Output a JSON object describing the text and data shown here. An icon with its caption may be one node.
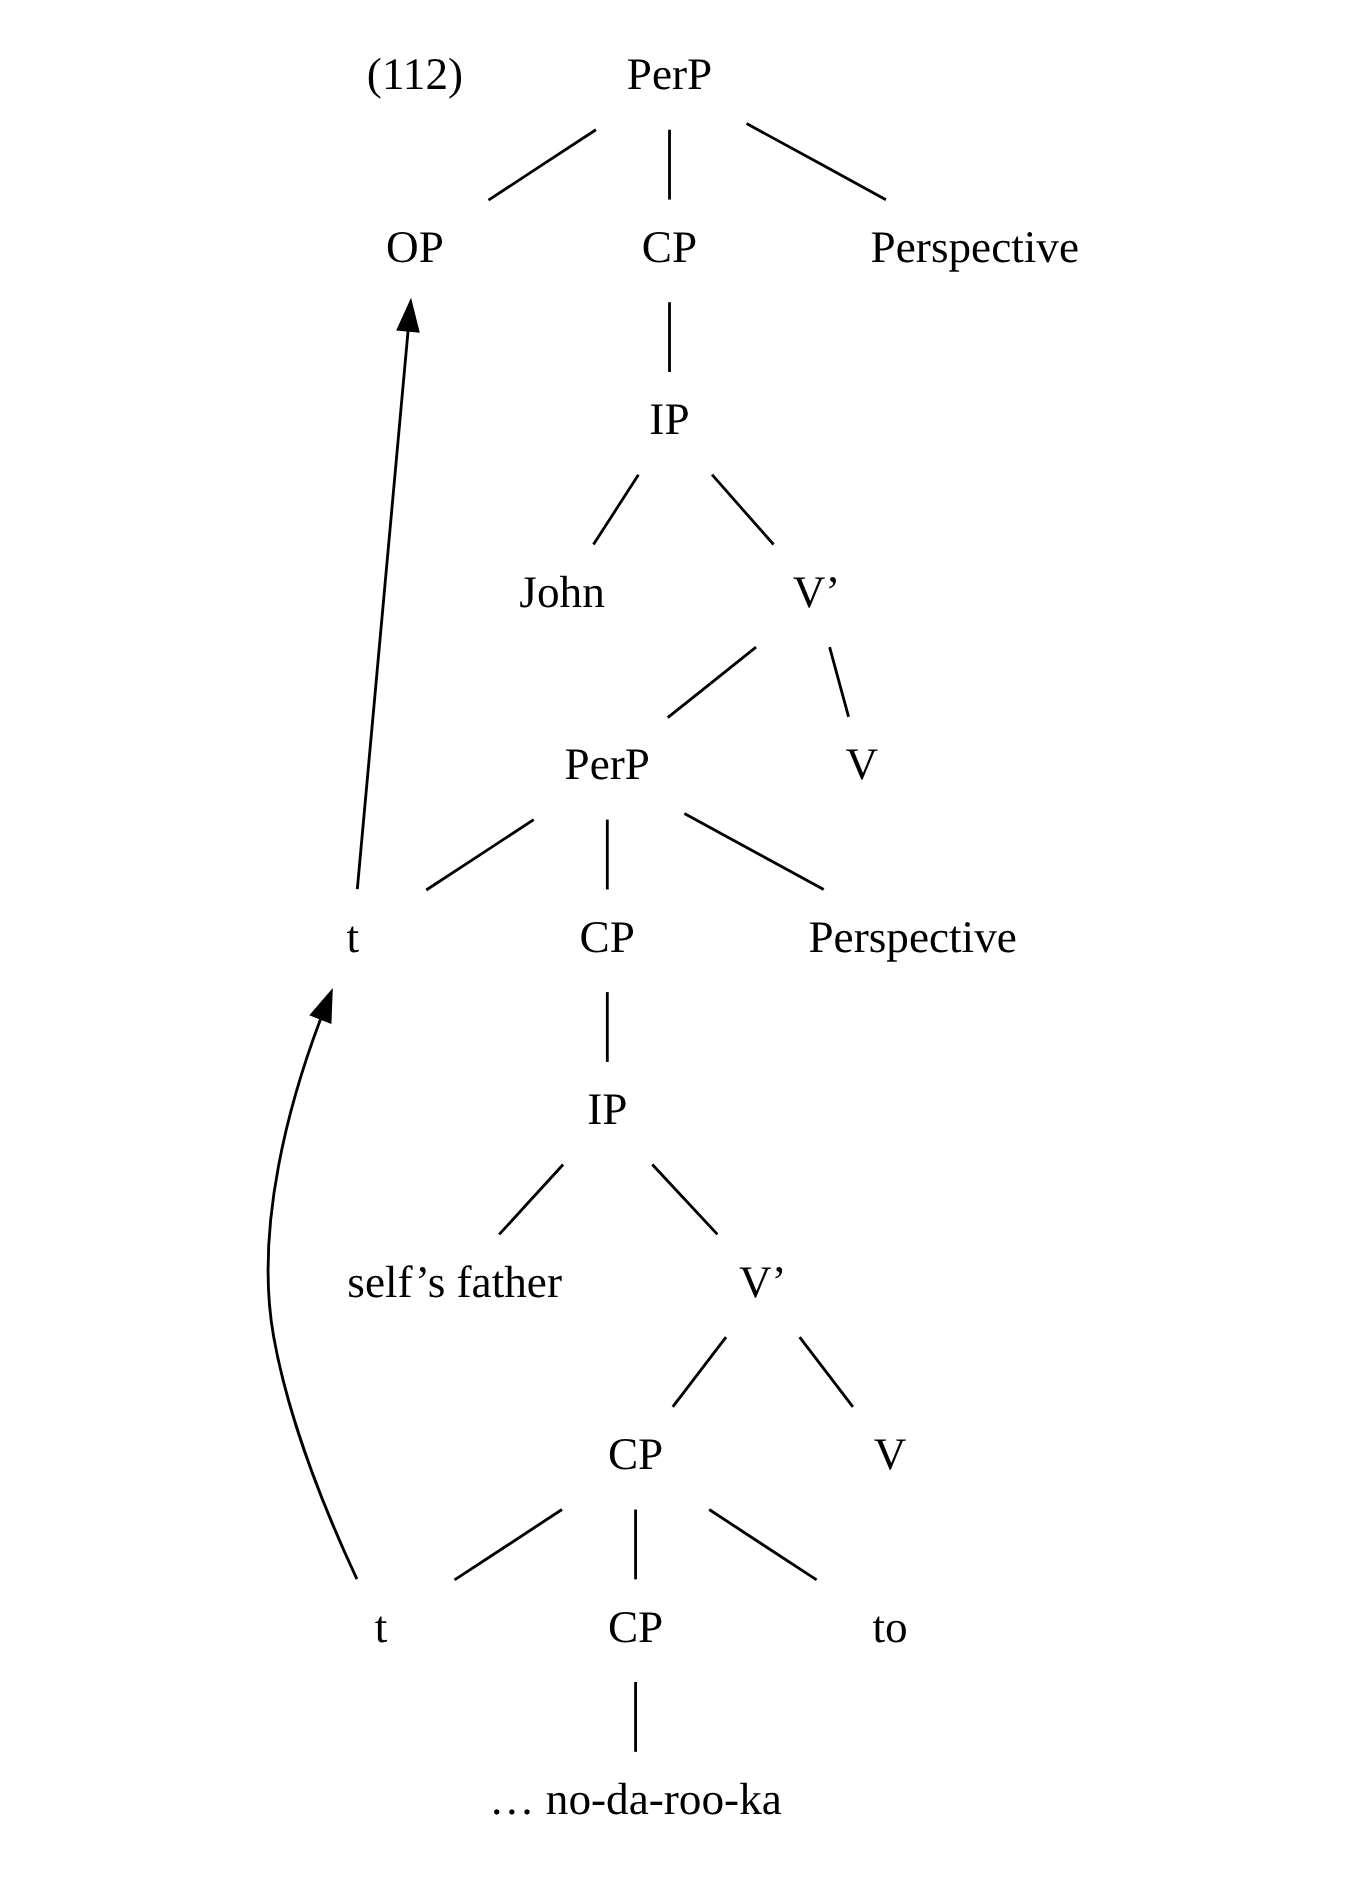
{
  "diagram": {
    "nodes": [
      {
        "text": [
          "PerP"
        ]
      },
      {
        "text": [
          "OP"
        ]
      },
      {
        "text": [
          "CP"
        ]
      },
      {
        "text": [
          "Perspective"
        ]
      },
      {
        "text": [
          "IP"
        ]
      },
      {
        "text": [
          "John"
        ]
      },
      {
        "text": [
          "V’"
        ]
      },
      {
        "text": [
          "PerP"
        ]
      },
      {
        "text": [
          "V"
        ]
      },
      {
        "text": [
          "t"
        ]
      },
      {
        "text": [
          "CP"
        ]
      },
      {
        "text": [
          "Perspective"
        ]
      },
      {
        "text": [
          "IP"
        ]
      },
      {
        "text": [
          "self’s father"
        ]
      },
      {
        "text": [
          "V’"
        ]
      },
      {
        "text": [
          "CP"
        ]
      },
      {
        "text": [
          "V"
        ]
      },
      {
        "text": [
          "t"
        ]
      },
      {
        "text": [
          "CP"
        ]
      },
      {
        "text": [
          "to"
        ]
      },
      {
        "text": [
          "… no-da-roo-ka"
        ]
      }
    ],
    "edges": [
      {
        "from": 0,
        "to": 1,
        "arrow": "none"
      },
      {
        "from": 0,
        "to": 2,
        "arrow": "none"
      },
      {
        "from": 0,
        "to": 3,
        "arrow": "none"
      },
      {
        "from": 2,
        "to": 4,
        "arrow": "none"
      },
      {
        "from": 4,
        "to": 5,
        "arrow": "none"
      },
      {
        "from": 4,
        "to": 6,
        "arrow": "none"
      },
      {
        "from": 6,
        "to": 7,
        "arrow": "none"
      },
      {
        "from": 6,
        "to": 8,
        "arrow": "none"
      },
      {
        "from": 7,
        "to": 9,
        "arrow": "none"
      },
      {
        "from": 7,
        "to": 10,
        "arrow": "none"
      },
      {
        "from": 7,
        "to": 11,
        "arrow": "none"
      },
      {
        "from": 10,
        "to": 12,
        "arrow": "none"
      },
      {
        "from": 12,
        "to": 13,
        "arrow": "none"
      },
      {
        "from": 12,
        "to": 14,
        "arrow": "none"
      },
      {
        "from": 14,
        "to": 15,
        "arrow": "none"
      },
      {
        "from": 14,
        "to": 16,
        "arrow": "none"
      },
      {
        "from": 15,
        "to": 17,
        "arrow": "none"
      },
      {
        "from": 15,
        "to": 18,
        "arrow": "none"
      },
      {
        "from": 15,
        "to": 19,
        "arrow": "none"
      },
      {
        "from": 18,
        "to": 20,
        "arrow": "none"
      },
      {
        "from": 17,
        "to": 9,
        "arrow": "to"
      },
      {
        "from": 9,
        "to": 1,
        "arrow": "to"
      }
    ],
    "labels": [
      "(112)"
    ]
  }
}
